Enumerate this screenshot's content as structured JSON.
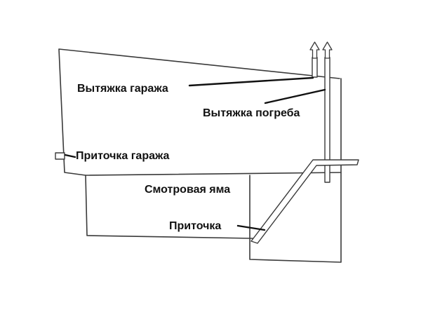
{
  "labels": {
    "garage_exhaust": "Вытяжка гаража",
    "cellar_exhaust": "Вытяжка погреба",
    "garage_intake": "Приточка гаража",
    "inspection_pit": "Смотровая яма",
    "intake": "Приточка"
  },
  "colors": {
    "outline": "#3a3a3a",
    "text": "#111111",
    "background": "#ffffff"
  }
}
